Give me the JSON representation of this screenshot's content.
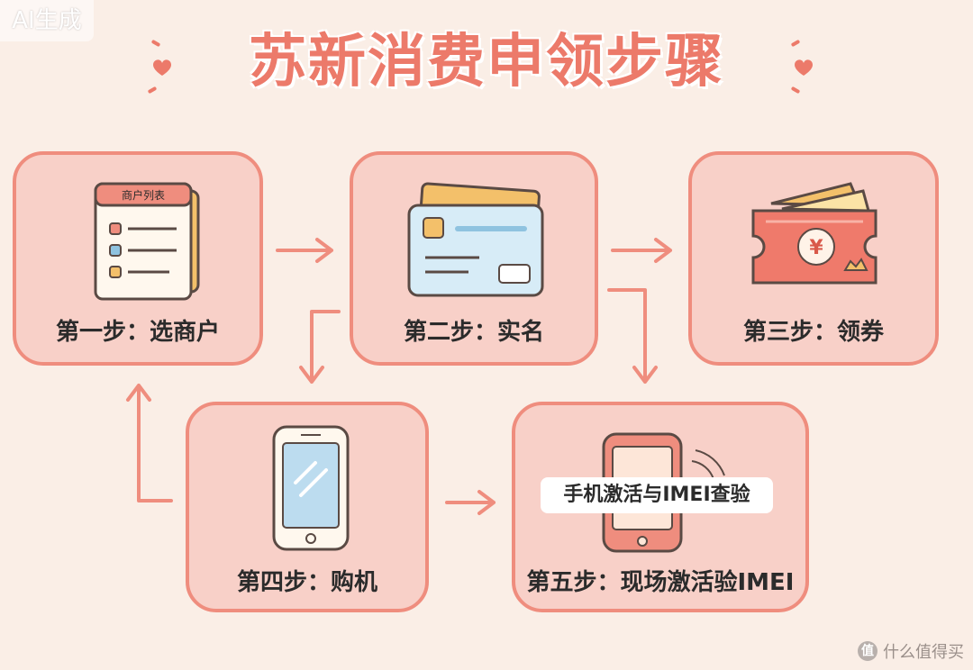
{
  "badge": "AI生成",
  "title": "苏新消费申领步骤",
  "steps": [
    {
      "label": "第一步：选商户",
      "icon_text": "商户列表"
    },
    {
      "label": "第二步：实名"
    },
    {
      "label": "第三步：领券",
      "icon_text": "¥"
    },
    {
      "label": "第四步：购机"
    },
    {
      "label": "第五步：现场激活验IMEI",
      "tag": "手机激活与IMEI查验"
    }
  ],
  "watermark": "什么值得买",
  "colors": {
    "accent": "#ec7a6a",
    "card_fill": "#f8d0c8",
    "card_border": "#ef8d7e",
    "background": "#faeee6"
  }
}
